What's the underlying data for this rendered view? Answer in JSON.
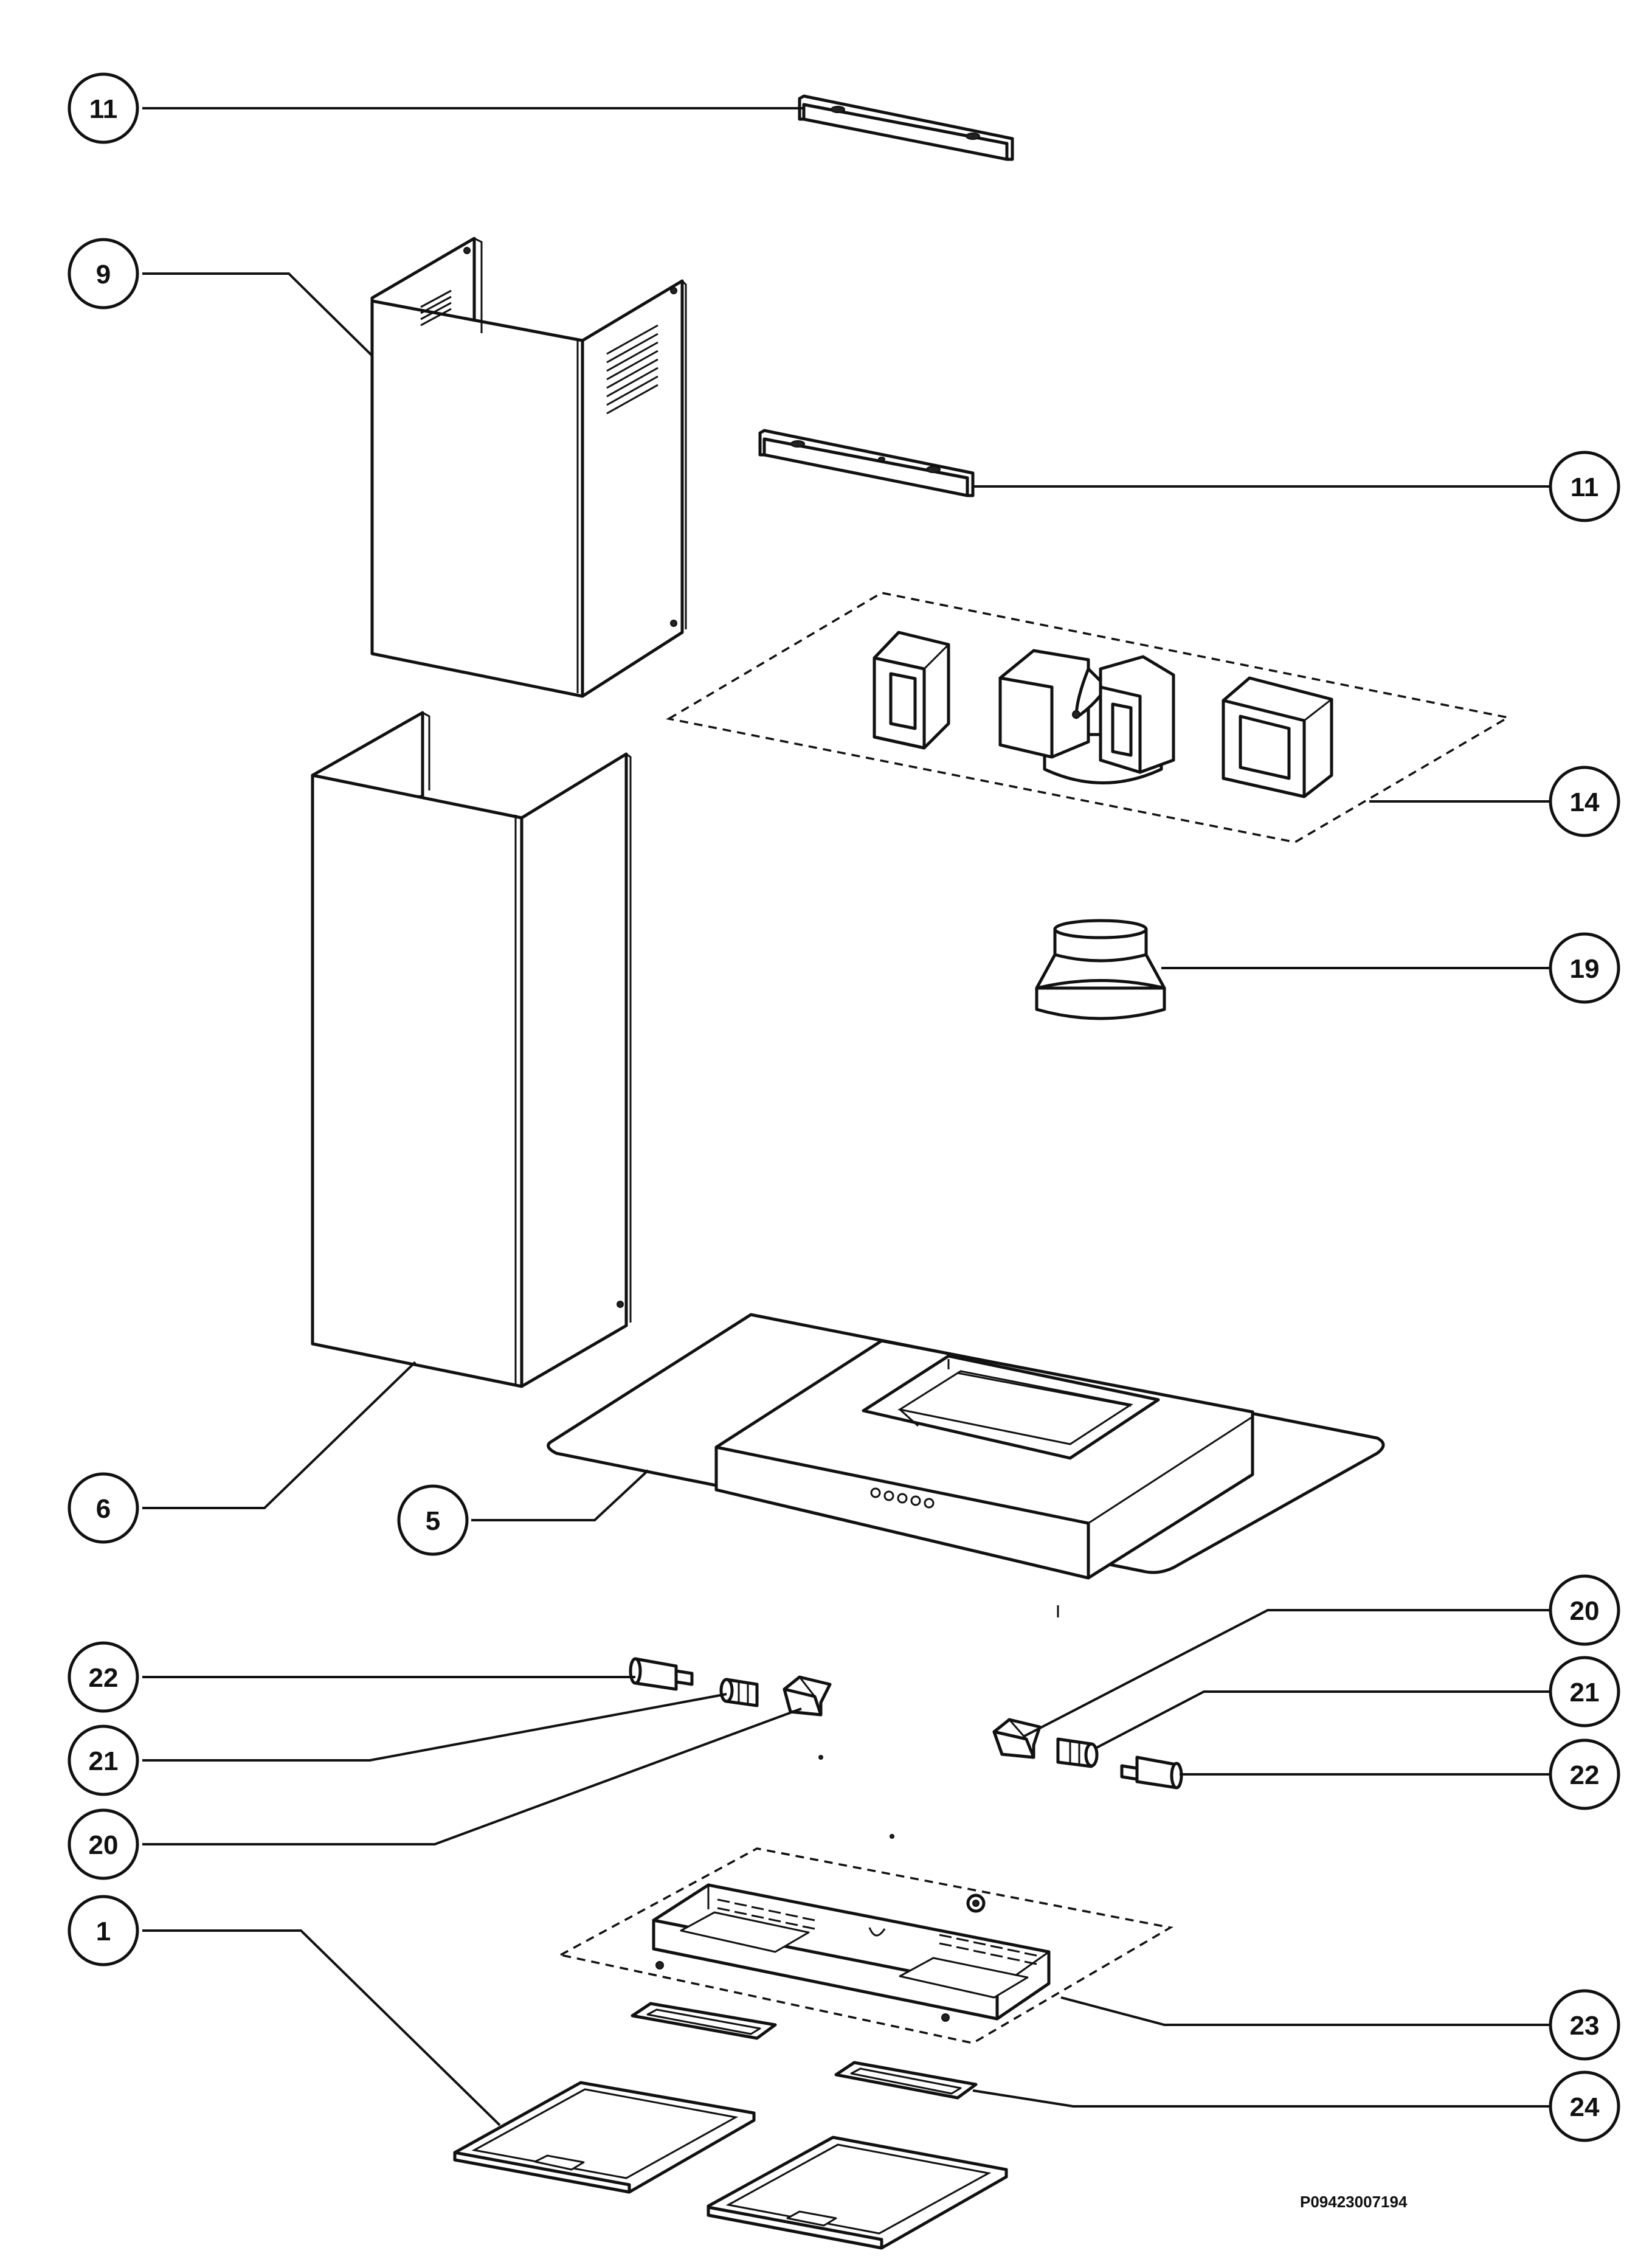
{
  "diagram": {
    "callouts": [
      {
        "id": "c11a",
        "label": "11"
      },
      {
        "id": "c9",
        "label": "9"
      },
      {
        "id": "c11b",
        "label": "11"
      },
      {
        "id": "c14",
        "label": "14"
      },
      {
        "id": "c19",
        "label": "19"
      },
      {
        "id": "c6",
        "label": "6"
      },
      {
        "id": "c5",
        "label": "5"
      },
      {
        "id": "c20r",
        "label": "20"
      },
      {
        "id": "c21r",
        "label": "21"
      },
      {
        "id": "c22r",
        "label": "22"
      },
      {
        "id": "c22l",
        "label": "22"
      },
      {
        "id": "c21l",
        "label": "21"
      },
      {
        "id": "c20l",
        "label": "20"
      },
      {
        "id": "c1",
        "label": "1"
      },
      {
        "id": "c23",
        "label": "23"
      },
      {
        "id": "c24",
        "label": "24"
      }
    ],
    "document_code": "P09423007194"
  }
}
